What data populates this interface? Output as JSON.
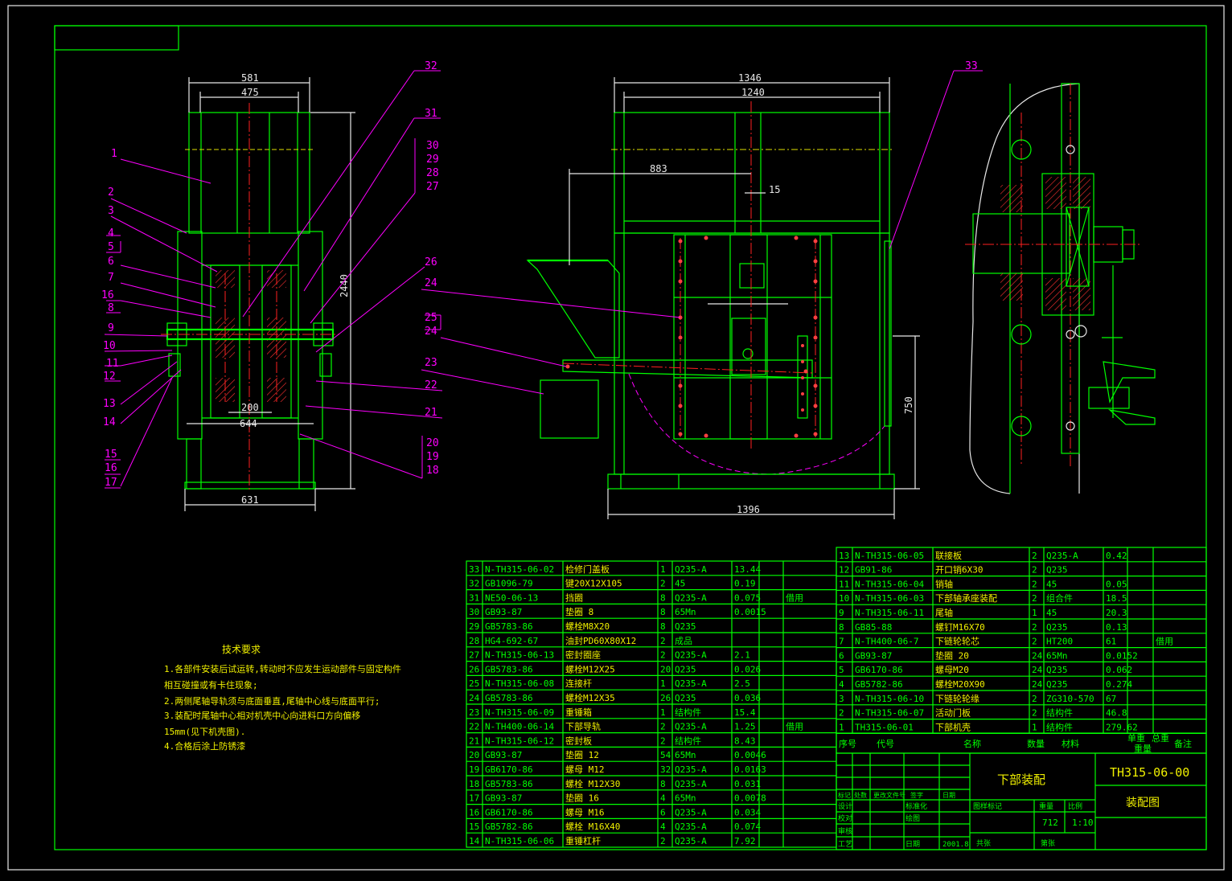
{
  "drawing": {
    "title": "下部装配",
    "drawing_number": "TH315-06-00",
    "drawing_type": "装配图",
    "scale": "1:10",
    "weight": "712",
    "date": "2001.8"
  },
  "dimensions": {
    "front": [
      "581",
      "475",
      "200",
      "644",
      "631",
      "2440"
    ],
    "side": [
      "1346",
      "1240",
      "883",
      "15",
      "750",
      "1396"
    ]
  },
  "balloons_left": [
    "1",
    "2",
    "3",
    "4",
    "5",
    "6",
    "7",
    "16",
    "8",
    "9",
    "10",
    "11",
    "12",
    "13",
    "14",
    "15",
    "16",
    "17"
  ],
  "balloons_right": [
    "32",
    "31",
    "30",
    "29",
    "28",
    "27",
    "26",
    "22",
    "21",
    "20",
    "19",
    "18"
  ],
  "balloons_side": [
    "24",
    "25",
    "24",
    "23"
  ],
  "balloons_detail": [
    "33"
  ],
  "tech_requirements": {
    "heading": "技术要求",
    "lines": [
      "1.各部件安装后试运转,转动时不应发生运动部件与固定构件",
      "相互碰撞或有卡住现象;",
      "2.两侧尾轴导轨须与底面垂直,尾轴中心线与底面平行;",
      "3.装配时尾轴中心相对机壳中心向进料口方向偏移",
      "15mm(见下机壳图).",
      "4.合格后涂上防锈漆"
    ]
  },
  "bom_left": [
    [
      "33",
      "N-TH315-06-02",
      "检修门盖板",
      "1",
      "Q235-A",
      "13.44",
      "",
      ""
    ],
    [
      "32",
      "GB1096-79",
      "键20X12X105",
      "2",
      "45",
      "0.19",
      "",
      ""
    ],
    [
      "31",
      "NE50-06-13",
      "挡圈",
      "8",
      "Q235-A",
      "0.075",
      "",
      "借用"
    ],
    [
      "30",
      "GB93-87",
      "垫圈 8",
      "8",
      "65Mn",
      "0.0015",
      "",
      ""
    ],
    [
      "29",
      "GB5783-86",
      "螺栓M8X20",
      "8",
      "Q235",
      "",
      "",
      ""
    ],
    [
      "28",
      "HG4-692-67",
      "油封PD60X80X12",
      "2",
      "成品",
      "",
      "",
      ""
    ],
    [
      "27",
      "N-TH315-06-13",
      "密封圈座",
      "2",
      "Q235-A",
      "2.1",
      "",
      ""
    ],
    [
      "26",
      "GB5783-86",
      "螺栓M12X25",
      "20",
      "Q235",
      "0.026",
      "",
      ""
    ],
    [
      "25",
      "N-TH315-06-08",
      "连接杆",
      "1",
      "Q235-A",
      "2.5",
      "",
      ""
    ],
    [
      "24",
      "GB5783-86",
      "螺栓M12X35",
      "26",
      "Q235",
      "0.036",
      "",
      ""
    ],
    [
      "23",
      "N-TH315-06-09",
      "重锤箱",
      "1",
      "结构件",
      "15.4",
      "",
      ""
    ],
    [
      "22",
      "N-TH400-06-14",
      "下部导轨",
      "2",
      "Q235-A",
      "1.25",
      "",
      "借用"
    ],
    [
      "21",
      "N-TH315-06-12",
      "密封板",
      "2",
      "结构件",
      "8.43",
      "",
      ""
    ],
    [
      "20",
      "GB93-87",
      "垫圈 12",
      "54",
      "65Mn",
      "0.0046",
      "",
      ""
    ],
    [
      "19",
      "GB6170-86",
      "螺母 M12",
      "32",
      "Q235-A",
      "0.0163",
      "",
      ""
    ],
    [
      "18",
      "GB5783-86",
      "螺栓 M12X30",
      "8",
      "Q235-A",
      "0.031",
      "",
      ""
    ],
    [
      "17",
      "GB93-87",
      "垫圈 16",
      "4",
      "65Mn",
      "0.0078",
      "",
      ""
    ],
    [
      "16",
      "GB6170-86",
      "螺母 M16",
      "6",
      "Q235-A",
      "0.034",
      "",
      ""
    ],
    [
      "15",
      "GB5782-86",
      "螺栓 M16X40",
      "4",
      "Q235-A",
      "0.074",
      "",
      ""
    ],
    [
      "14",
      "N-TH315-06-06",
      "重锤杠杆",
      "2",
      "Q235-A",
      "7.92",
      "",
      ""
    ]
  ],
  "bom_right": [
    [
      "13",
      "N-TH315-06-05",
      "联接板",
      "2",
      "Q235-A",
      "0.42",
      "",
      ""
    ],
    [
      "12",
      "GB91-86",
      "开口销6X30",
      "2",
      "Q235",
      "",
      "",
      ""
    ],
    [
      "11",
      "N-TH315-06-04",
      "销轴",
      "2",
      "45",
      "0.05",
      "",
      ""
    ],
    [
      "10",
      "N-TH315-06-03",
      "下部轴承座装配",
      "2",
      "组合件",
      "18.5",
      "",
      ""
    ],
    [
      "9",
      "N-TH315-06-11",
      "尾轴",
      "1",
      "45",
      "20.3",
      "",
      ""
    ],
    [
      "8",
      "GB85-88",
      "螺钉M16X70",
      "2",
      "Q235",
      "0.13",
      "",
      ""
    ],
    [
      "7",
      "N-TH400-06-7",
      "下链轮轮芯",
      "2",
      "HT200",
      "61",
      "",
      "借用"
    ],
    [
      "6",
      "GB93-87",
      "垫圈 20",
      "24",
      "65Mn",
      "0.0152",
      "",
      ""
    ],
    [
      "5",
      "GB6170-86",
      "螺母M20",
      "24",
      "Q235",
      "0.062",
      "",
      ""
    ],
    [
      "4",
      "GB5782-86",
      "螺栓M20X90",
      "24",
      "Q235",
      "0.274",
      "",
      ""
    ],
    [
      "3",
      "N-TH315-06-10",
      "下链轮轮缘",
      "2",
      "ZG310-570",
      "67",
      "",
      ""
    ],
    [
      "2",
      "N-TH315-06-07",
      "活动门板",
      "2",
      "结构件",
      "46.8",
      "",
      ""
    ],
    [
      "1",
      "TH315-06-01",
      "下部机壳",
      "1",
      "结构件",
      "279.62",
      "",
      ""
    ]
  ],
  "bom_header": {
    "seq": "序号",
    "code": "代号",
    "name": "名称",
    "qty": "数量",
    "material": "材料",
    "unit_weight": "单重",
    "total_weight": "总重",
    "weight": "重量",
    "note": "备注"
  },
  "title_block": {
    "revision_row": [
      "标记",
      "处数",
      "更改文件号",
      "签字",
      "日期"
    ],
    "design": "设计",
    "standardize": "标准化",
    "proofread": "校对",
    "drafting": "绘图",
    "review": "审核",
    "process": "工艺",
    "date_label": "日期",
    "stage_label": "图样标记",
    "weight_label": "重量",
    "scale_label": "比例",
    "sheets_total": "共张",
    "sheet_no": "第张"
  },
  "colors": {
    "frame": "#00ff00",
    "leader": "#ff00ff",
    "centerline": "#ff2020",
    "dimension_text": "#e8e8e8",
    "background": "#000000"
  }
}
